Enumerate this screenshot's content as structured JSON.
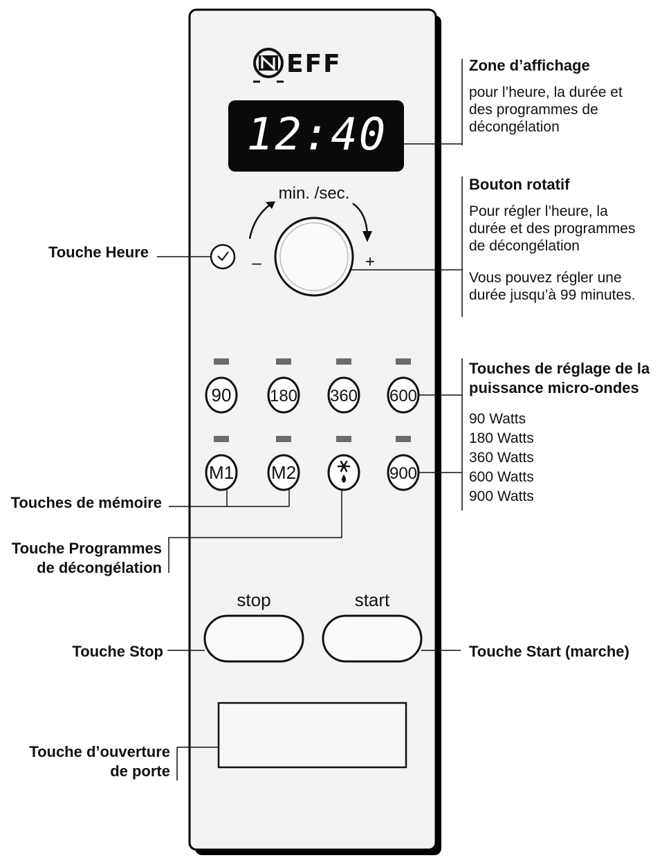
{
  "brand": {
    "name": "NEFF"
  },
  "display": {
    "time": "12:40"
  },
  "knob": {
    "label": "min. /sec.",
    "minus": "–",
    "plus": "+"
  },
  "power_buttons": [
    "90",
    "180",
    "360",
    "600"
  ],
  "second_row_buttons": [
    "M1",
    "M2",
    "900"
  ],
  "defrost_icon": "snowflake-drop-icon",
  "stop_label": "stop",
  "start_label": "start",
  "callouts": {
    "display_zone": {
      "title": "Zone d’affichage",
      "lines": [
        "pour l’heure, la durée et",
        "des programmes de",
        "décongélation"
      ]
    },
    "rotary_knob": {
      "title": "Bouton rotatif",
      "lines": [
        "Pour régler l’heure, la",
        "durée et des programmes",
        "de décongélation"
      ],
      "lines2": [
        "Vous pouvez régler une",
        "durée jusqu’à 99 minutes."
      ]
    },
    "power_keys": {
      "title_lines": [
        "Touches de réglage de la",
        "puissance micro-ondes"
      ],
      "lines": [
        "90 Watts",
        "180 Watts",
        "360 Watts",
        "600 Watts",
        "900 Watts"
      ]
    },
    "clock_key": "Touche Heure",
    "memory_keys": "Touches de mémoire",
    "defrost_key": [
      "Touche Programmes",
      "de décongélation"
    ],
    "stop_key": "Touche Stop",
    "start_key": "Touche Start (marche)",
    "door_key": [
      "Touche d’ouverture",
      "de porte"
    ]
  }
}
